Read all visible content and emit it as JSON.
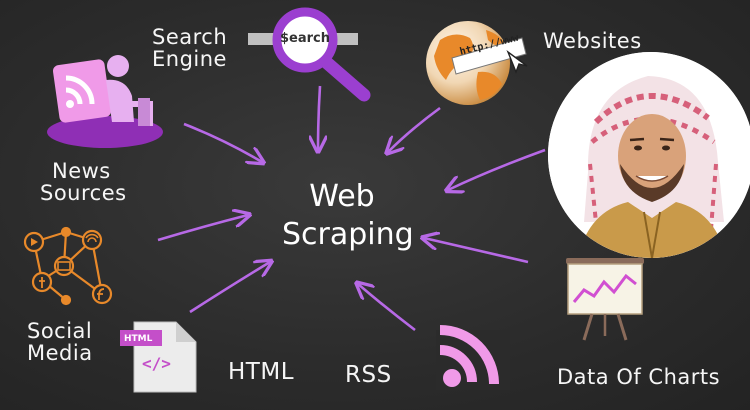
{
  "center": {
    "line1": "Web",
    "line2": "Scraping"
  },
  "sources": {
    "search_engine": {
      "line1": "Search",
      "line2": "Engine",
      "icon": "magnifier-icon",
      "search_box_text": "$earch"
    },
    "websites": {
      "label": "Websites",
      "icon": "globe-icon",
      "url_text": "http://www"
    },
    "news_sources": {
      "line1": "News",
      "line2": "Sources",
      "icon": "news-reader-icon"
    },
    "social_media": {
      "line1": "Social",
      "line2": "Media",
      "icon": "social-network-icon"
    },
    "html": {
      "label": "HTML",
      "icon": "html-file-icon",
      "badge": "HTML",
      "code": "</>"
    },
    "rss": {
      "label": "RSS",
      "icon": "rss-icon"
    },
    "data_of_charts": {
      "label": "Data Of Charts",
      "icon": "chart-board-icon"
    }
  },
  "colors": {
    "background": "#2b2b2b",
    "arrow": "#b769e6",
    "accent_purple": "#9b3fd0",
    "icon_pink": "#f09ae8",
    "orange": "#e8892a",
    "text": "#f6f6f6"
  }
}
